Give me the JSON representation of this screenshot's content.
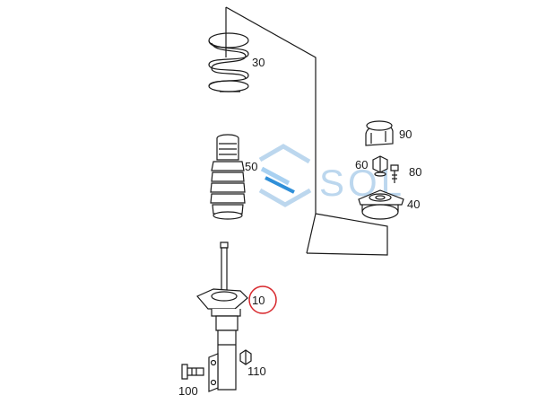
{
  "diagram": {
    "parts": [
      {
        "id": "coil-spring",
        "callout": "30"
      },
      {
        "id": "bump-stop-dust-boot",
        "callout": "50"
      },
      {
        "id": "strut-cap",
        "callout": "90"
      },
      {
        "id": "top-nut",
        "callout": "60"
      },
      {
        "id": "mount-bolt",
        "callout": "80"
      },
      {
        "id": "strut-top-mount",
        "callout": "40"
      },
      {
        "id": "shock-absorber-strut",
        "callout": "10",
        "highlighted": true
      },
      {
        "id": "bracket-bolt",
        "callout": "100"
      },
      {
        "id": "bracket-nut",
        "callout": "110"
      }
    ],
    "highlight_color": "#d7262b",
    "line_color": "#1a1a1a"
  },
  "watermark": {
    "text": "SOL",
    "colors": {
      "text": "#bcd7ee",
      "accent_dark": "#2f8fd8",
      "accent_light": "#a9d1f1"
    }
  }
}
